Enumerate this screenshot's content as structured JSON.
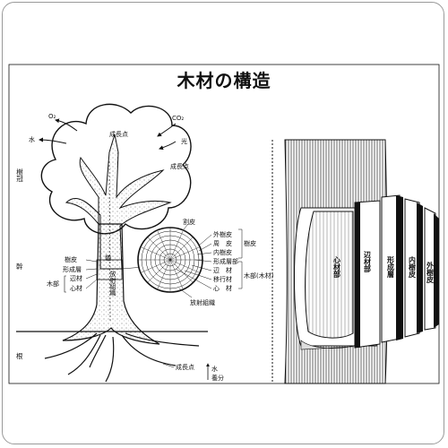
{
  "title": "木材の構造",
  "tree_labels": {
    "o2": "O₂",
    "co2": "CO₂",
    "water_top": "水",
    "light": "光",
    "growth_point_top": "成長点",
    "growth_point_right": "成長点",
    "growth_point_root": "成長点",
    "crown": "樹冠",
    "trunk": "幹",
    "root": "根",
    "bark": "樹皮",
    "cambium": "形成層",
    "xylem": "木部",
    "sapwood": "辺材",
    "heartwood": "心材",
    "pith": "髄",
    "ray_tissue": "放射組織",
    "water_nutrients_1": "水",
    "water_nutrients_2": "養分"
  },
  "cross_section_labels": {
    "crack": "割皮",
    "outer_bark": "外樹皮",
    "inner_bark_a": "周　皮",
    "inner_bark_b": "内樹皮",
    "bark_group": "樹皮",
    "cambium_layer": "形成層部",
    "sapwood_a": "辺　材",
    "transition": "移行材",
    "heart": "心　材",
    "xylem_group": "木部(木材)",
    "ray": "放射組織"
  },
  "block_labels": {
    "heartwood": "心材部",
    "sapwood": "辺材部",
    "cambium": "形成層",
    "inner_bark": "内樹皮",
    "outer_bark": "外樹皮"
  },
  "colors": {
    "ink": "#111111",
    "paper": "#ffffff",
    "frame": "#9a9a9a"
  }
}
